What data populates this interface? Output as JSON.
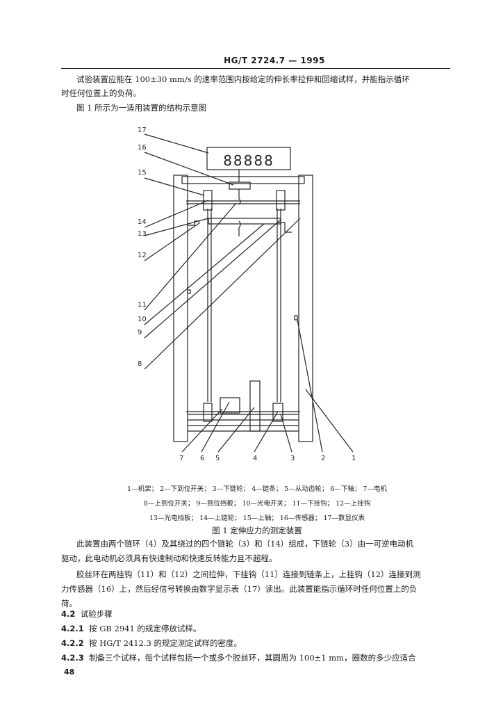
{
  "header": {
    "code": "HG/T 2724.7 — 1995"
  },
  "intro": {
    "line1": "试验装置应能在 100±30 mm/s 的速率范围内按给定的伸长率拉伸和回缩试样，并能指示循环",
    "line2": "时任何位置上的负荷。",
    "line3": "图 1 所示为一适用装置的结构示意图"
  },
  "figure": {
    "display_value": "88888",
    "labels": [
      "17",
      "16",
      "15",
      "14",
      "13",
      "12",
      "11",
      "10",
      "9",
      "8",
      "7",
      "6",
      "5",
      "4",
      "3",
      "2",
      "1"
    ],
    "legend_line1": "1—机架；  2—下到位开关；  3—下链轮；  4—链条；  5—从动齿轮；  6—下轴；  7—电机",
    "legend_line2": "8—上到位开关；  9—到位挡板；  10—光电开关；  11—下挂钩；  12—上挂钩",
    "legend_line3": "13—光电挡板；  14—上链轮；  15—上轴；  16—传感器；  17—数显仪表",
    "title": "图 1   定伸应力的测定装置"
  },
  "body": {
    "para1_line1": "此装置由两个链环（4）及其绕过的四个链轮（3）和（14）组成，下链轮（3）由一可逆电动机",
    "para1_line2": "驱动，此电动机必须具有快速制动和快速反转能力且不超程。",
    "para2_line1": "胶丝环在两挂钩（11）和（12）之间拉伸，下挂钩（11）连接到链条上，上挂钩（12）连接到测",
    "para2_line2": "力传感器（16）上，然后经信号转换由数字显示表（17）读出。此装置能指示循环时任何位置上的负",
    "para2_line3": "荷。"
  },
  "sections": [
    {
      "number": "4.2",
      "text": "试验步骤"
    },
    {
      "number": "4.2.1",
      "text": "按 GB 2941 的规定停放试样。"
    },
    {
      "number": "4.2.2",
      "text": "按 HG/T 2412.3 的规定测定试样的密度。"
    },
    {
      "number": "4.2.3",
      "text": "制备三个试样，每个试样包括一个或多个胶丝环，其圆周为 100±1 mm，圈数的多少应适合"
    }
  ],
  "page_number": "48"
}
